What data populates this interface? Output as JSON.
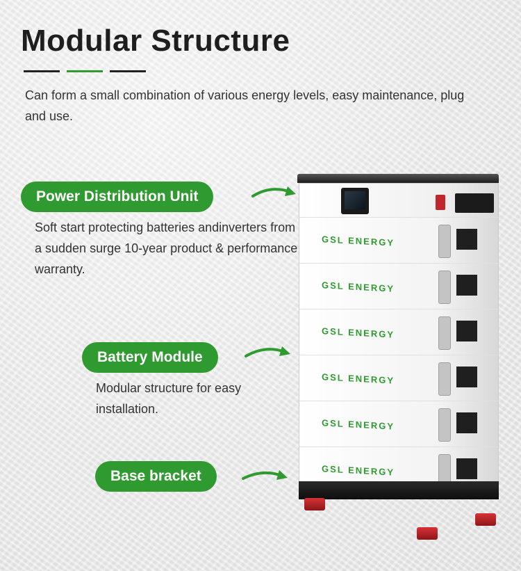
{
  "title": "Modular Structure",
  "intro": "Can form a small combination of various energy levels, easy maintenance, plug and use.",
  "sections": [
    {
      "label": "Power Distribution Unit",
      "description": "Soft start protecting batteries andinverters from a sudden surge 10-year product & performance warranty."
    },
    {
      "label": "Battery Module",
      "description": "Modular structure for easy installation."
    },
    {
      "label": "Base bracket",
      "description": ""
    }
  ],
  "product": {
    "brand": "GSL ENERGY",
    "module_count": 6
  },
  "colors": {
    "accent": "#2f9a2f",
    "text": "#333333",
    "title": "#1e1e1e"
  }
}
